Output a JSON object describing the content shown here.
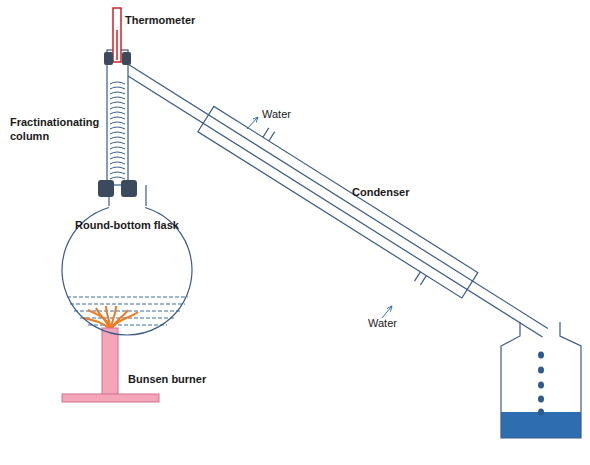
{
  "diagram": {
    "nodes": [
      {
        "text": [
          "Round-bottom flask"
        ]
      }
    ],
    "labels": [
      "Thermometer",
      "Fractinationating column",
      "Water",
      "Condenser",
      "Water",
      "Bunsen burner"
    ]
  }
}
